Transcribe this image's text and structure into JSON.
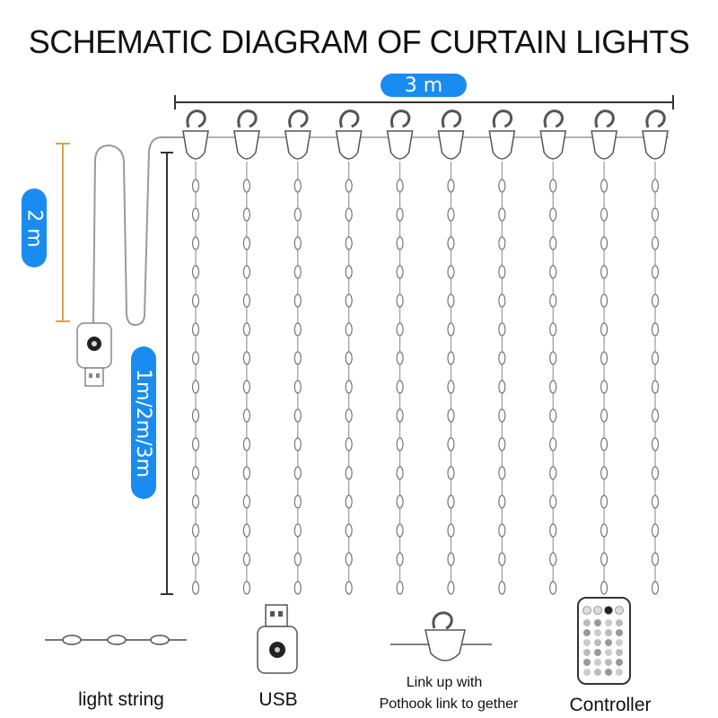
{
  "title": "SCHEMATIC DIAGRAM OF CURTAIN LIGHTS",
  "colors": {
    "accent": "#1a8cf0",
    "dimension_line": "#e0a246",
    "wire": "#9a9a9a"
  },
  "dimensions": {
    "width": "3 m",
    "lead_length": "2 m",
    "drop_length": "1m/2m/3m"
  },
  "strand_count": 10,
  "legend": {
    "light_string": "light string",
    "usb": "USB",
    "hook_line1": "Link up with",
    "hook_line2": "Pothook link to gether",
    "controller": "Controller"
  }
}
